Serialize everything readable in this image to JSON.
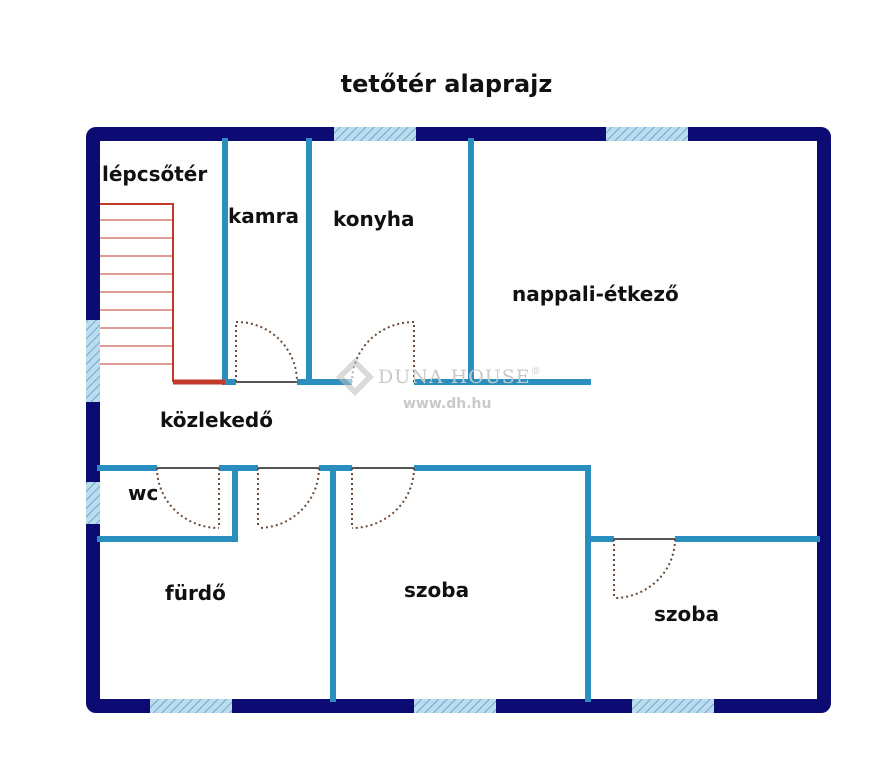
{
  "title": "tetőtér alaprajz",
  "rooms": {
    "lepcsoter": "lépcsőtér",
    "kamra": "kamra",
    "konyha": "konyha",
    "nappali": "nappali-étkező",
    "kozlekedo": "közlekedő",
    "wc": "wc",
    "furdo": "fürdő",
    "szoba1": "szoba",
    "szoba2": "szoba"
  },
  "watermark": {
    "brand": "DUNA HOUSE",
    "registered": "®",
    "url": "www.dh.hu"
  },
  "colors": {
    "outer_wall": "#0b0b73",
    "inner_wall": "#2a8fbf",
    "window": "#9ecae1",
    "door_swing": "#6b4a3a",
    "stairs": "#c0392b"
  }
}
